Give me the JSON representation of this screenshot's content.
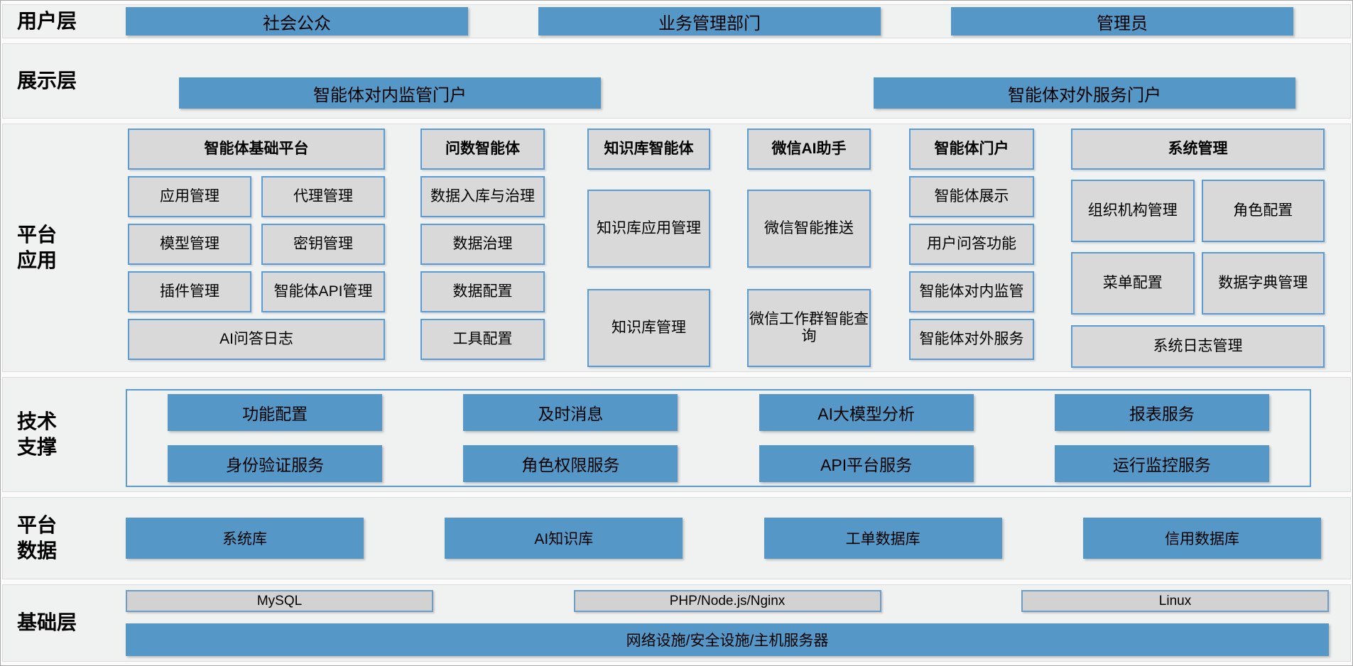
{
  "colors": {
    "accent_blue": "#5598c8",
    "box_gray": "#d9d9d9",
    "border_blue": "#5b9bd5",
    "band_background": "#f0f1f1"
  },
  "user_layer": {
    "label": "用户层",
    "items": [
      "社会公众",
      "业务管理部门",
      "管理员"
    ]
  },
  "display_layer": {
    "label": "展示层",
    "items": [
      "智能体对内监管门户",
      "智能体对外服务门户"
    ]
  },
  "app_layer": {
    "label_lines": [
      "平台",
      "应用"
    ],
    "columns": [
      {
        "header": "智能体基础平台",
        "pairs": [
          [
            "应用管理",
            "代理管理"
          ],
          [
            "模型管理",
            "密钥管理"
          ],
          [
            "插件管理",
            "智能体API管理"
          ]
        ],
        "footer": "AI问答日志"
      },
      {
        "header": "问数智能体",
        "cells": [
          "数据入库与治理",
          "数据治理",
          "数据配置",
          "工具配置"
        ]
      },
      {
        "header": "知识库智能体",
        "cells": [
          "知识库应用管理",
          "知识库管理"
        ]
      },
      {
        "header": "微信AI助手",
        "cells": [
          "微信智能推送",
          "微信工作群智能查询"
        ]
      },
      {
        "header": "智能体门户",
        "cells": [
          "智能体展示",
          "用户问答功能",
          "智能体对内监管",
          "智能体对外服务"
        ]
      },
      {
        "header": "系统管理",
        "pairs": [
          [
            "组织机构管理",
            "角色配置"
          ],
          [
            "菜单配置",
            "数据字典管理"
          ]
        ],
        "footer": "系统日志管理"
      }
    ]
  },
  "tech_layer": {
    "label_lines": [
      "技术",
      "支撑"
    ],
    "row1": [
      "功能配置",
      "及时消息",
      "AI大模型分析",
      "报表服务"
    ],
    "row2": [
      "身份验证服务",
      "角色权限服务",
      "API平台服务",
      "运行监控服务"
    ]
  },
  "data_layer": {
    "label_lines": [
      "平台",
      "数据"
    ],
    "items": [
      "系统库",
      "AI知识库",
      "工单数据库",
      "信用数据库"
    ]
  },
  "base_layer": {
    "label": "基础层",
    "tech_items": [
      "MySQL",
      "PHP/Node.js/Nginx",
      "Linux"
    ],
    "infra": "网络设施/安全设施/主机服务器"
  }
}
